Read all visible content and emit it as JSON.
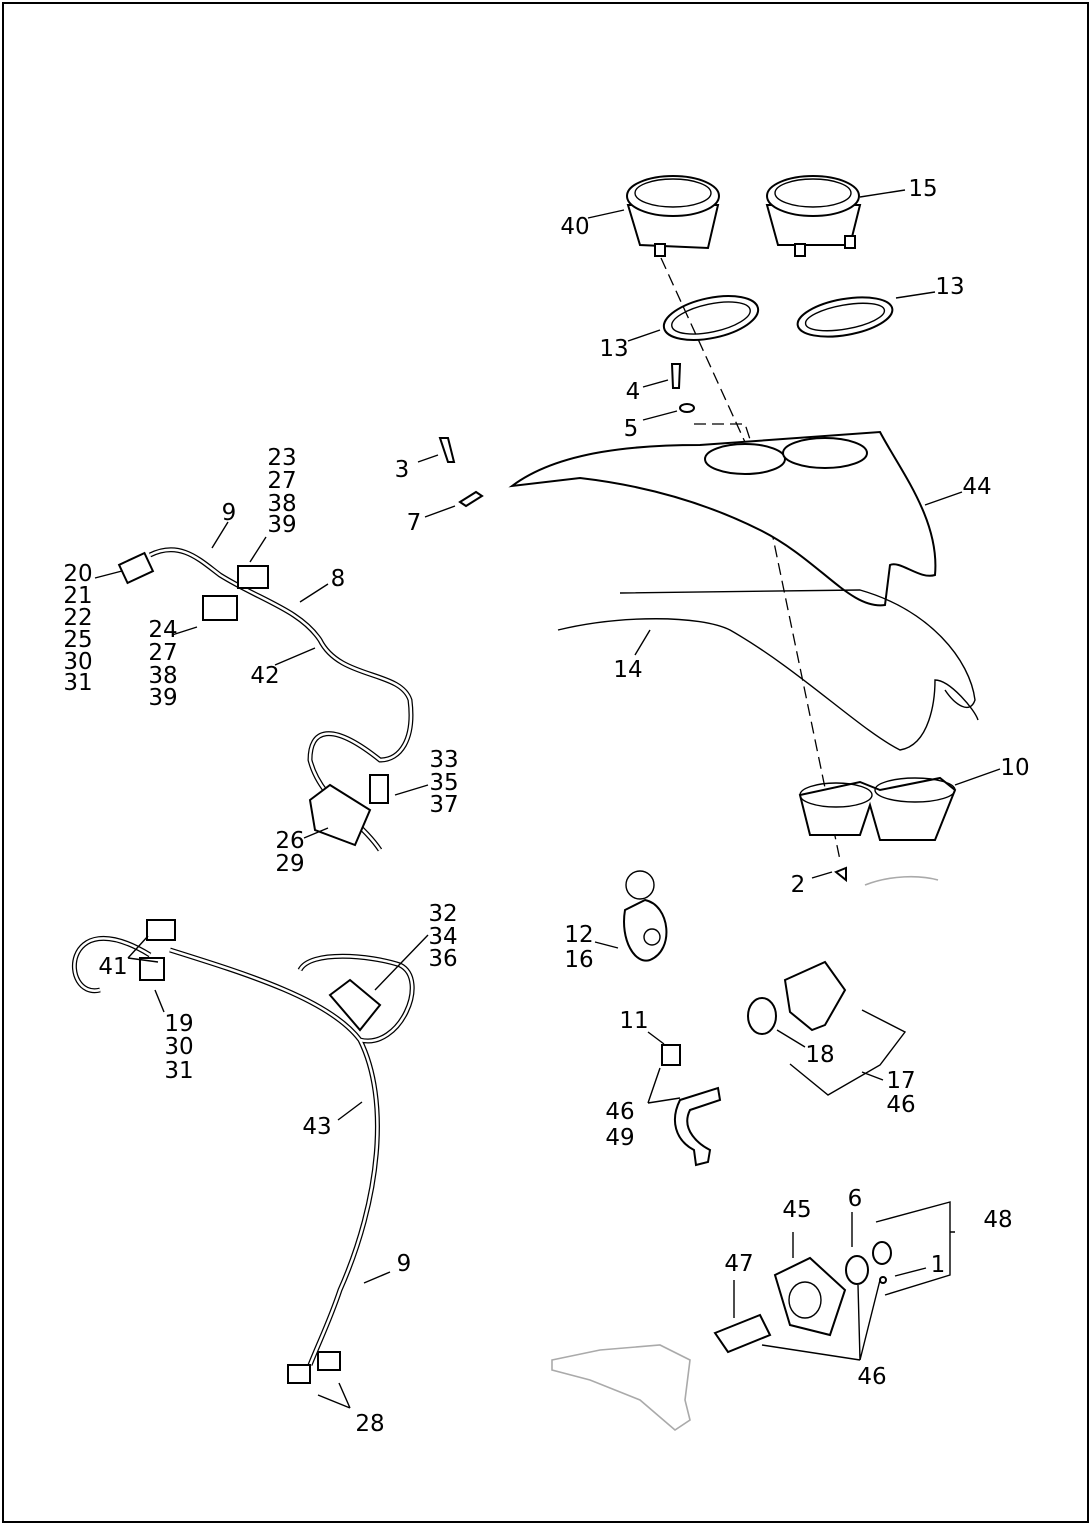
{
  "callouts": {
    "c40": "40",
    "c15": "15",
    "c13a": "13",
    "c13b": "13",
    "c4": "4",
    "c5": "5",
    "c3": "3",
    "c7": "7",
    "c44": "44",
    "c14": "14",
    "c10": "10",
    "c2": "2",
    "c23": [
      "23",
      "27",
      "38",
      "39"
    ],
    "c9a": "9",
    "c20": [
      "20",
      "21",
      "22",
      "25",
      "30",
      "31"
    ],
    "c8": "8",
    "c24": [
      "24",
      "27",
      "38",
      "39"
    ],
    "c42": "42",
    "c33": [
      "33",
      "35",
      "37"
    ],
    "c26": [
      "26",
      "29"
    ],
    "c32": [
      "32",
      "34",
      "36"
    ],
    "c41": "41",
    "c19": [
      "19",
      "30",
      "31"
    ],
    "c43": "43",
    "c9b": "9",
    "c28": "28",
    "c12": [
      "12",
      "16"
    ],
    "c11": "11",
    "c18": "18",
    "c17": [
      "17",
      "46"
    ],
    "c46a": [
      "46",
      "49"
    ],
    "c45": "45",
    "c6": "6",
    "c48": "48",
    "c1": "1",
    "c47": "47",
    "c46b": "46"
  }
}
